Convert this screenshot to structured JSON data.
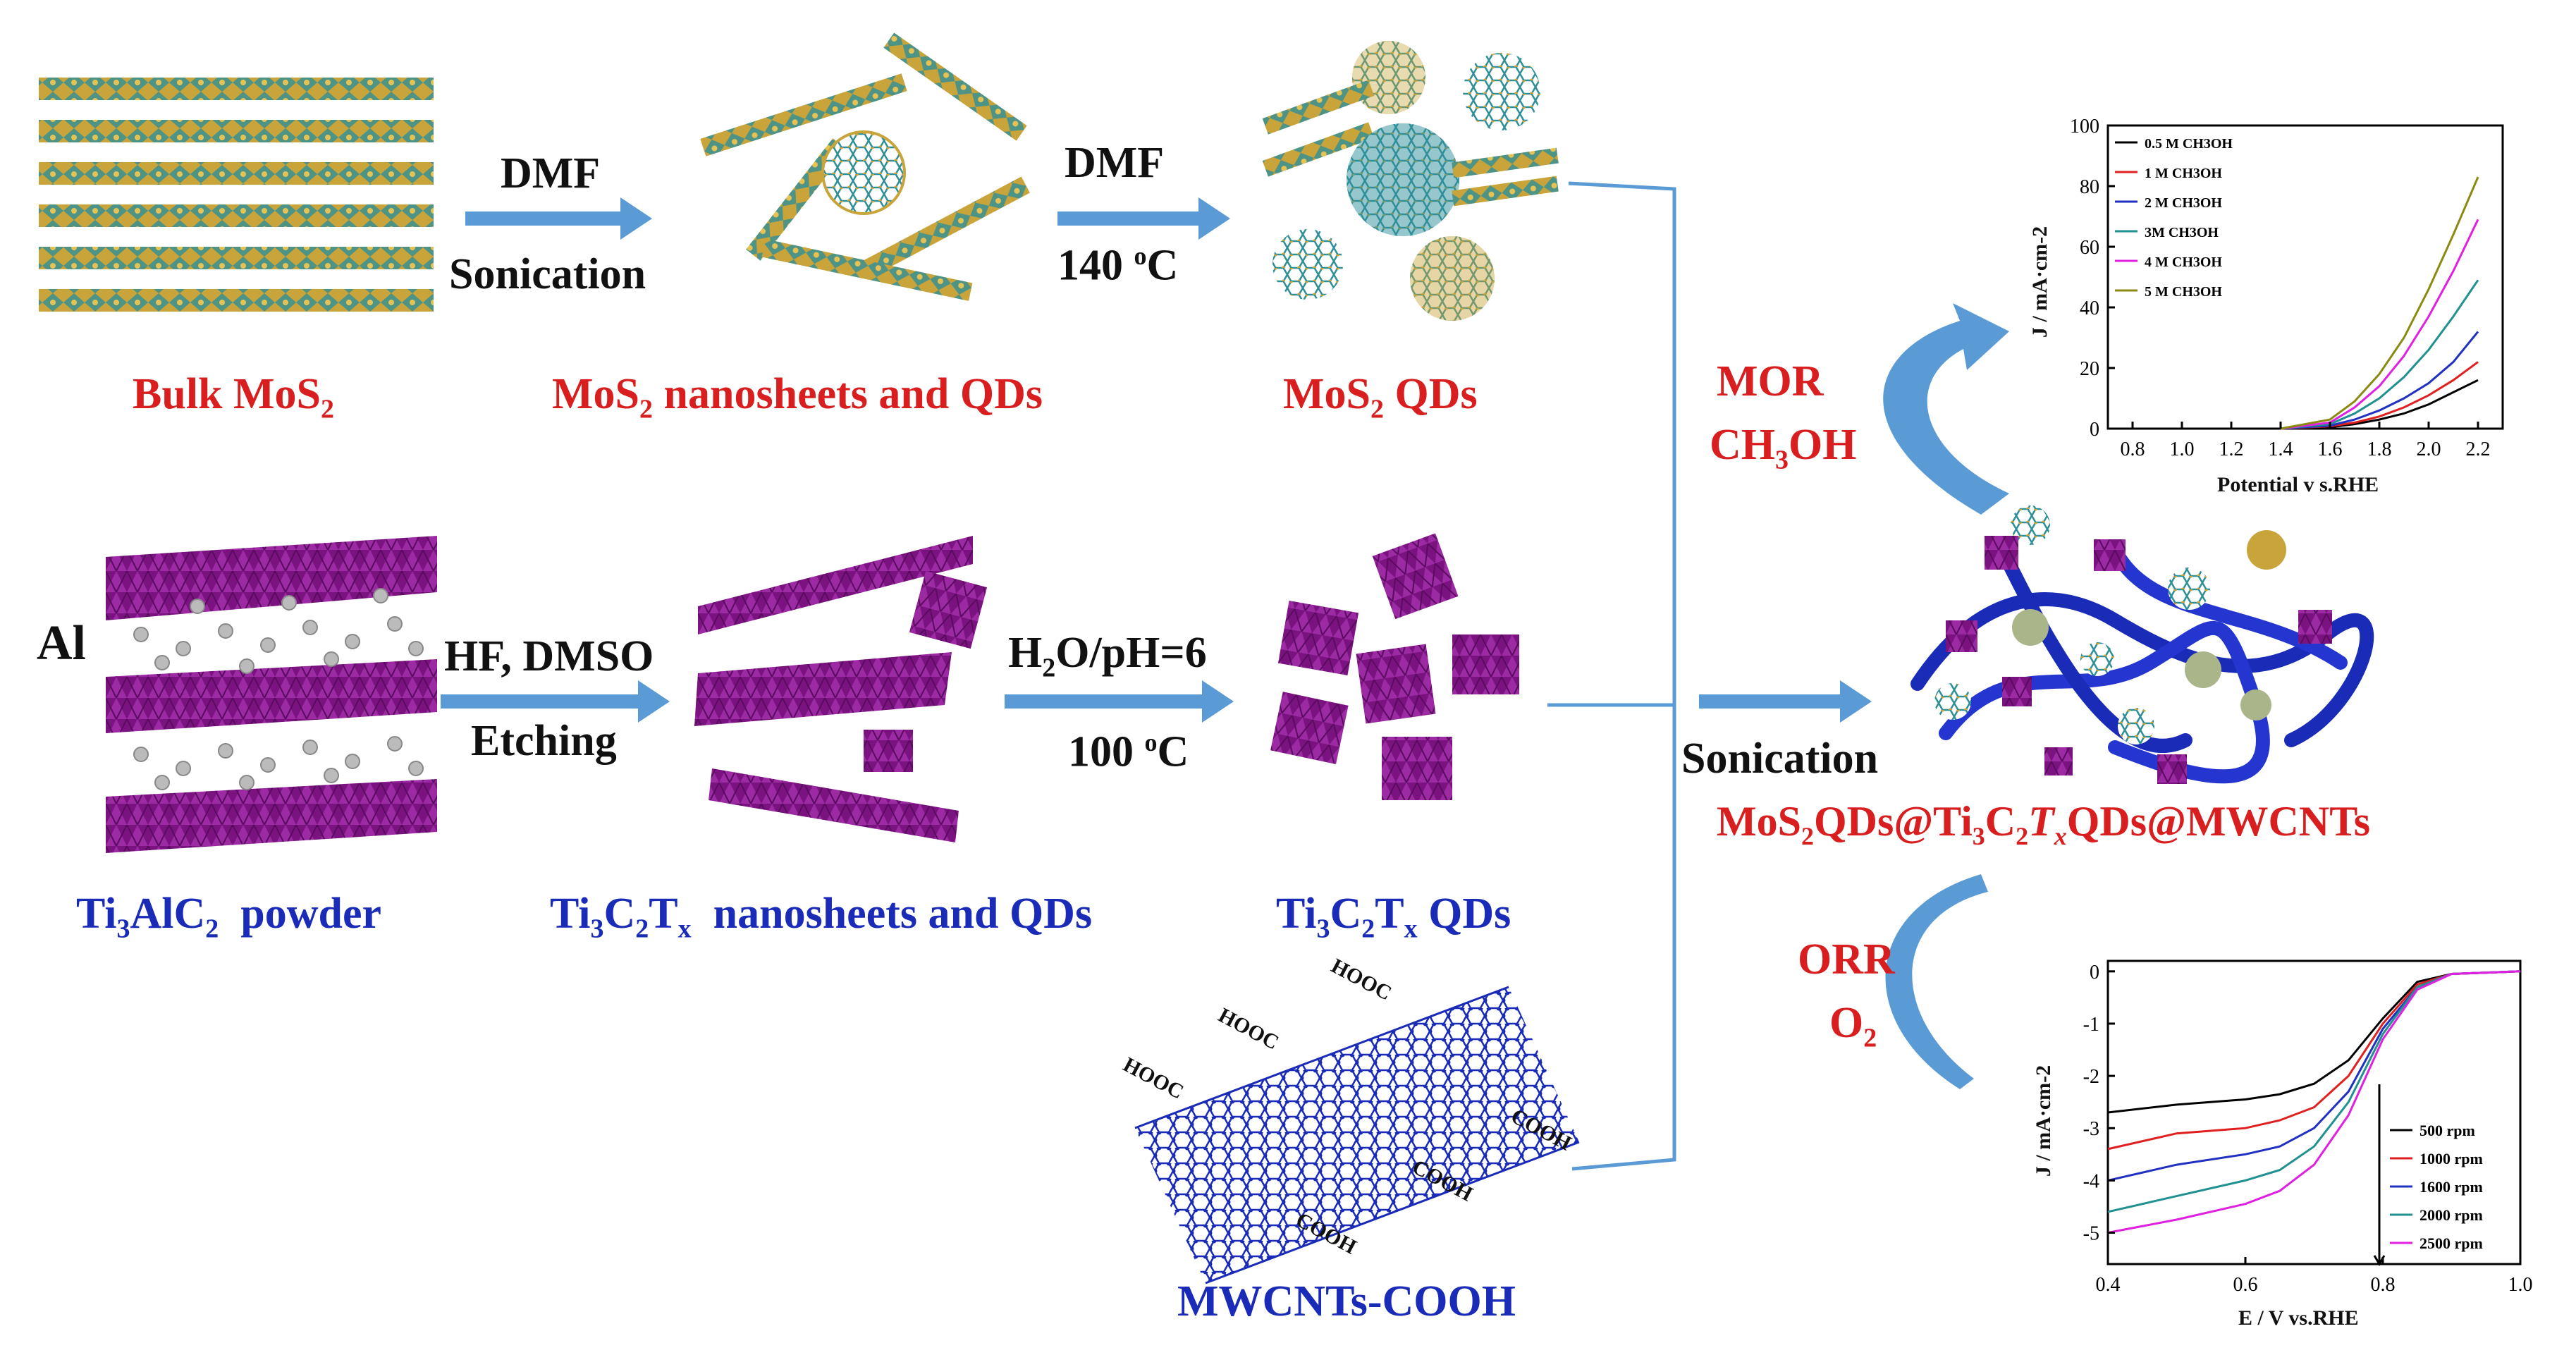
{
  "row1": {
    "bulk_label": "Bulk MoS",
    "bulk_sub": "2",
    "step1_top": "DMF",
    "step1_bottom": "Sonication",
    "nanosheet_label_a": "MoS",
    "nanosheet_sub": "2",
    "nanosheet_label_b": " nanosheets and QDs",
    "step2_top": "DMF",
    "step2_bottom_a": "140 ",
    "step2_bottom_sup": "o",
    "step2_bottom_b": "C",
    "qd_label_a": "MoS",
    "qd_sub": "2",
    "qd_label_b": " QDs"
  },
  "row2": {
    "al_label": "Al",
    "powder_a": "Ti",
    "powder_s1": "3",
    "powder_b": "AlC",
    "powder_s2": "2",
    "powder_c": "  powder",
    "step1_top": "HF, DMSO",
    "step1_bottom": "Etching",
    "nano_a": "Ti",
    "nano_s1": "3",
    "nano_b": "C",
    "nano_s2": "2",
    "nano_c": "T",
    "nano_s3": "x",
    "nano_d": "  nanosheets and QDs",
    "step2_top_a": "H",
    "step2_top_s": "2",
    "step2_top_b": "O/pH=6",
    "step2_bottom_a": "100 ",
    "step2_bottom_sup": "o",
    "step2_bottom_b": "C",
    "qd_a": "Ti",
    "qd_s1": "3",
    "qd_b": "C",
    "qd_s2": "2",
    "qd_c": "T",
    "qd_s3": "x",
    "qd_d": " QDs"
  },
  "mwcnt": {
    "label": "MWCNTs-COOH",
    "groups": [
      "HOOC",
      "HOOC",
      "HOOC",
      "COOH",
      "COOH",
      "COOH"
    ]
  },
  "combine": {
    "step_label": "Sonication",
    "product_a": "MoS",
    "product_s1": "2",
    "product_b": "QDs@Ti",
    "product_s2": "3",
    "product_c": "C",
    "product_s3": "2",
    "product_d": "T",
    "product_s4": "x",
    "product_e": "QDs@MWCNTs",
    "mor_line1": "MOR",
    "mor_line2_a": "CH",
    "mor_line2_s": "3",
    "mor_line2_b": "OH",
    "orr_line1": "ORR",
    "orr_line2_a": "O",
    "orr_line2_s": "2"
  },
  "colors": {
    "red_label": "#d81e1e",
    "blue_label": "#1a2bb8",
    "arrow_fill": "#5b9bd5",
    "mxene": "#8b1a8b",
    "mos2_yellow": "#c8a43a",
    "mos2_teal": "#2e8f99",
    "cnt": "#1a2bb8"
  },
  "chart_data": [
    {
      "type": "line",
      "title": "",
      "xlabel": "Potential v s.RHE",
      "ylabel": "J / mA·cm-2",
      "xlim": [
        0.7,
        2.3
      ],
      "ylim": [
        0,
        100
      ],
      "xticks": [
        "0.8",
        "1.0",
        "1.2",
        "1.4",
        "1.6",
        "1.8",
        "2.0",
        "2.2"
      ],
      "yticks": [
        "0",
        "20",
        "40",
        "60",
        "80",
        "100"
      ],
      "legend_position": "top-left",
      "series": [
        {
          "name": "0.5 M CH3OH",
          "color": "#000000",
          "x": [
            1.4,
            1.6,
            1.7,
            1.8,
            1.9,
            2.0,
            2.1,
            2.2
          ],
          "y": [
            0,
            0.5,
            1.5,
            3,
            5,
            8,
            12,
            16
          ]
        },
        {
          "name": "1 M CH3OH",
          "color": "#e02020",
          "x": [
            1.4,
            1.6,
            1.7,
            1.8,
            1.9,
            2.0,
            2.1,
            2.2
          ],
          "y": [
            0,
            0.8,
            2,
            4,
            7,
            11,
            16,
            22
          ]
        },
        {
          "name": "2 M CH3OH",
          "color": "#2030c0",
          "x": [
            1.4,
            1.6,
            1.7,
            1.8,
            1.9,
            2.0,
            2.1,
            2.2
          ],
          "y": [
            0,
            1,
            3,
            6,
            10,
            15,
            22,
            32
          ]
        },
        {
          "name": "3M CH3OH",
          "color": "#209090",
          "x": [
            1.4,
            1.6,
            1.7,
            1.8,
            1.9,
            2.0,
            2.1,
            2.2
          ],
          "y": [
            0,
            1.5,
            5,
            10,
            17,
            26,
            37,
            49
          ]
        },
        {
          "name": "4 M CH3OH",
          "color": "#e020e0",
          "x": [
            1.4,
            1.6,
            1.7,
            1.8,
            1.9,
            2.0,
            2.1,
            2.2
          ],
          "y": [
            0,
            2,
            7,
            14,
            24,
            37,
            52,
            69
          ]
        },
        {
          "name": "5 M CH3OH",
          "color": "#8a8a10",
          "x": [
            1.4,
            1.6,
            1.7,
            1.8,
            1.9,
            2.0,
            2.1,
            2.2
          ],
          "y": [
            0,
            3,
            9,
            18,
            30,
            46,
            64,
            83
          ]
        }
      ]
    },
    {
      "type": "line",
      "title": "",
      "xlabel": "E / V vs.RHE",
      "ylabel": "J / mA·cm-2",
      "xlim": [
        0.4,
        1.0
      ],
      "ylim": [
        -5.6,
        0.2
      ],
      "xticks": [
        "0.4",
        "0.6",
        "0.8",
        "1.0"
      ],
      "yticks": [
        "0",
        "-1",
        "-2",
        "-3",
        "-4",
        "-5"
      ],
      "legend_position": "bottom-right",
      "series": [
        {
          "name": "500 rpm",
          "color": "#000000",
          "x": [
            0.4,
            0.5,
            0.6,
            0.65,
            0.7,
            0.75,
            0.8,
            0.85,
            0.9,
            1.0
          ],
          "y": [
            -2.7,
            -2.55,
            -2.45,
            -2.35,
            -2.15,
            -1.7,
            -0.9,
            -0.2,
            -0.05,
            0
          ]
        },
        {
          "name": "1000 rpm",
          "color": "#e02020",
          "x": [
            0.4,
            0.5,
            0.6,
            0.65,
            0.7,
            0.75,
            0.8,
            0.85,
            0.9,
            1.0
          ],
          "y": [
            -3.4,
            -3.1,
            -3.0,
            -2.85,
            -2.6,
            -2.0,
            -1.0,
            -0.25,
            -0.05,
            0
          ]
        },
        {
          "name": "1600 rpm",
          "color": "#2030c0",
          "x": [
            0.4,
            0.5,
            0.6,
            0.65,
            0.7,
            0.75,
            0.8,
            0.85,
            0.9,
            1.0
          ],
          "y": [
            -4.0,
            -3.7,
            -3.5,
            -3.35,
            -3.0,
            -2.3,
            -1.1,
            -0.3,
            -0.05,
            0
          ]
        },
        {
          "name": "2000 rpm",
          "color": "#209090",
          "x": [
            0.4,
            0.5,
            0.6,
            0.65,
            0.7,
            0.75,
            0.8,
            0.85,
            0.9,
            1.0
          ],
          "y": [
            -4.6,
            -4.3,
            -4.0,
            -3.8,
            -3.35,
            -2.5,
            -1.2,
            -0.3,
            -0.05,
            0
          ]
        },
        {
          "name": "2500 rpm",
          "color": "#e020e0",
          "x": [
            0.4,
            0.5,
            0.6,
            0.65,
            0.7,
            0.75,
            0.8,
            0.85,
            0.9,
            1.0
          ],
          "y": [
            -5.0,
            -4.75,
            -4.45,
            -4.2,
            -3.7,
            -2.75,
            -1.3,
            -0.35,
            -0.05,
            0
          ]
        }
      ]
    }
  ]
}
